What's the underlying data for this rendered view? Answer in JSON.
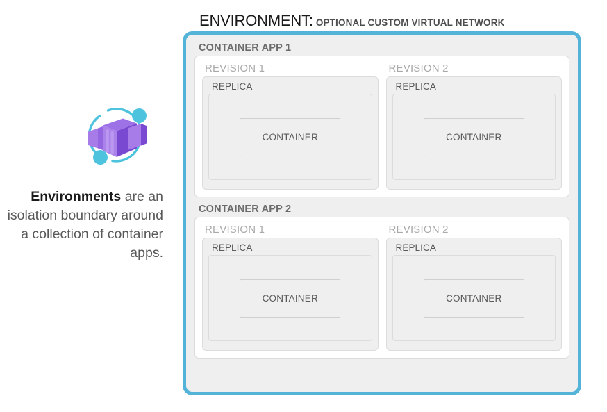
{
  "heading": {
    "title": "ENVIRONMENT:",
    "subtitle": "OPTIONAL CUSTOM VIRTUAL NETWORK"
  },
  "left_panel": {
    "logo_name": "azure-container-apps-logo",
    "caption_strong": "Environments",
    "caption_rest": " are an isolation boundary around a collection of container apps."
  },
  "colors": {
    "environment_border": "#54b3d8",
    "environment_background": "#efefef",
    "app_background": "#ffffff",
    "box_border": "#dcdcdc",
    "app_label": "#6b6b6b",
    "revision_label": "#a9a9a9",
    "replica_label": "#595959",
    "container_label": "#595959",
    "logo_purple_light": "#a87ce8",
    "logo_purple_mid": "#8e5fe0",
    "logo_purple_dark": "#6f3fc6",
    "logo_cyan": "#4ec3dd"
  },
  "environment": {
    "apps": [
      {
        "label": "CONTAINER APP 1",
        "revisions": [
          {
            "label": "REVISION 1",
            "replicas": [
              {
                "label": "REPLICA",
                "containers": [
                  {
                    "label": "CONTAINER"
                  }
                ]
              }
            ]
          },
          {
            "label": "REVISION 2",
            "replicas": [
              {
                "label": "REPLICA",
                "containers": [
                  {
                    "label": "CONTAINER"
                  }
                ]
              }
            ]
          }
        ]
      },
      {
        "label": "CONTAINER APP 2",
        "revisions": [
          {
            "label": "REVISION 1",
            "replicas": [
              {
                "label": "REPLICA",
                "containers": [
                  {
                    "label": "CONTAINER"
                  }
                ]
              }
            ]
          },
          {
            "label": "REVISION 2",
            "replicas": [
              {
                "label": "REPLICA",
                "containers": [
                  {
                    "label": "CONTAINER"
                  }
                ]
              }
            ]
          }
        ]
      }
    ]
  }
}
